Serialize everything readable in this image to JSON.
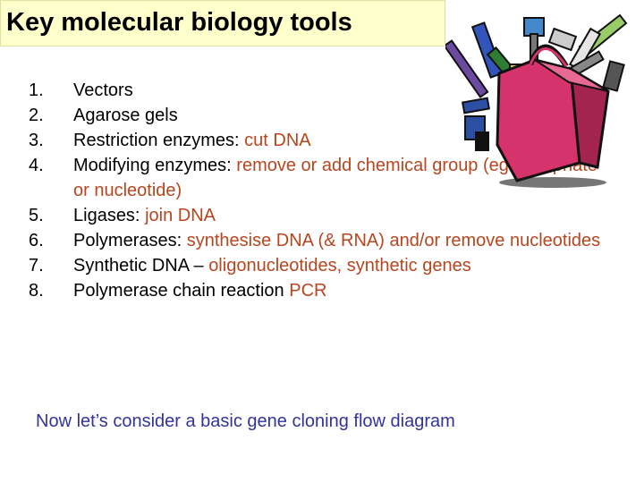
{
  "title": "Key molecular biology tools",
  "items": [
    {
      "num": "1.",
      "label": "Vectors",
      "detail": ""
    },
    {
      "num": "2.",
      "label": "Agarose gels",
      "detail": ""
    },
    {
      "num": "3.",
      "label": "Restriction enzymes: ",
      "detail": "cut DNA"
    },
    {
      "num": "4.",
      "label": "Modifying enzymes: ",
      "detail": "remove or add chemical group (eg phosphate or nucleotide)"
    },
    {
      "num": "5.",
      "label": "Ligases: ",
      "detail": "join DNA"
    },
    {
      "num": "6.",
      "label": "Polymerases: ",
      "detail": "synthesise DNA (& RNA) and/or remove nucleotides"
    },
    {
      "num": "7.",
      "label": "Synthetic DNA – ",
      "detail": "oligonucleotides, synthetic genes"
    },
    {
      "num": "8.",
      "label": "Polymerase chain reaction  ",
      "detail": "PCR"
    }
  ],
  "footer": "Now let’s consider a basic gene cloning flow diagram",
  "colors": {
    "title_background": "#ffffcc",
    "detail_text": "#b7461f",
    "footer_text": "#333399",
    "toolbox_body": "#d6336c",
    "toolbox_shadow": "#1a1a1a"
  },
  "illustration": {
    "icon": "toolbox-icon"
  }
}
